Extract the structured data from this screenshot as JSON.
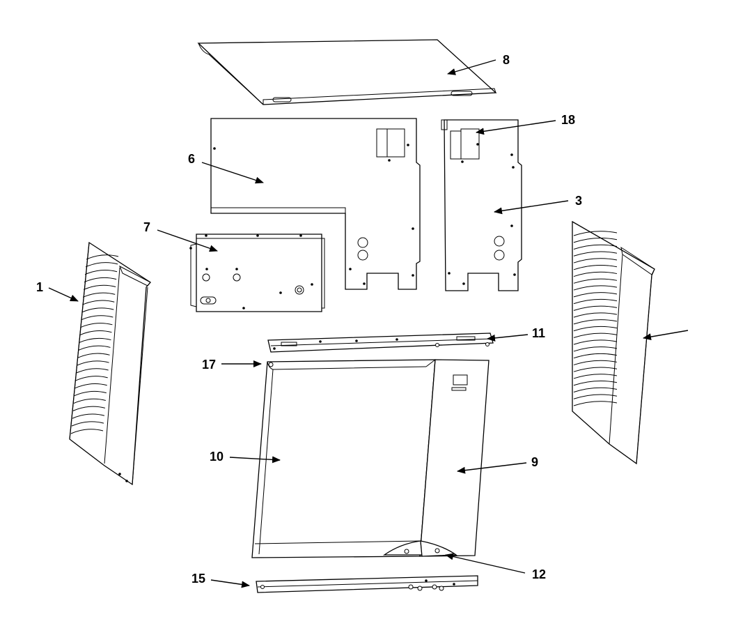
{
  "callouts": {
    "c1": "1",
    "c3": "3",
    "c6": "6",
    "c7": "7",
    "c8": "8",
    "c9": "9",
    "c10": "10",
    "c11": "11",
    "c12": "12",
    "c15": "15",
    "c17": "17",
    "c18": "18"
  },
  "colors": {
    "line": "#000000",
    "background": "#ffffff"
  }
}
